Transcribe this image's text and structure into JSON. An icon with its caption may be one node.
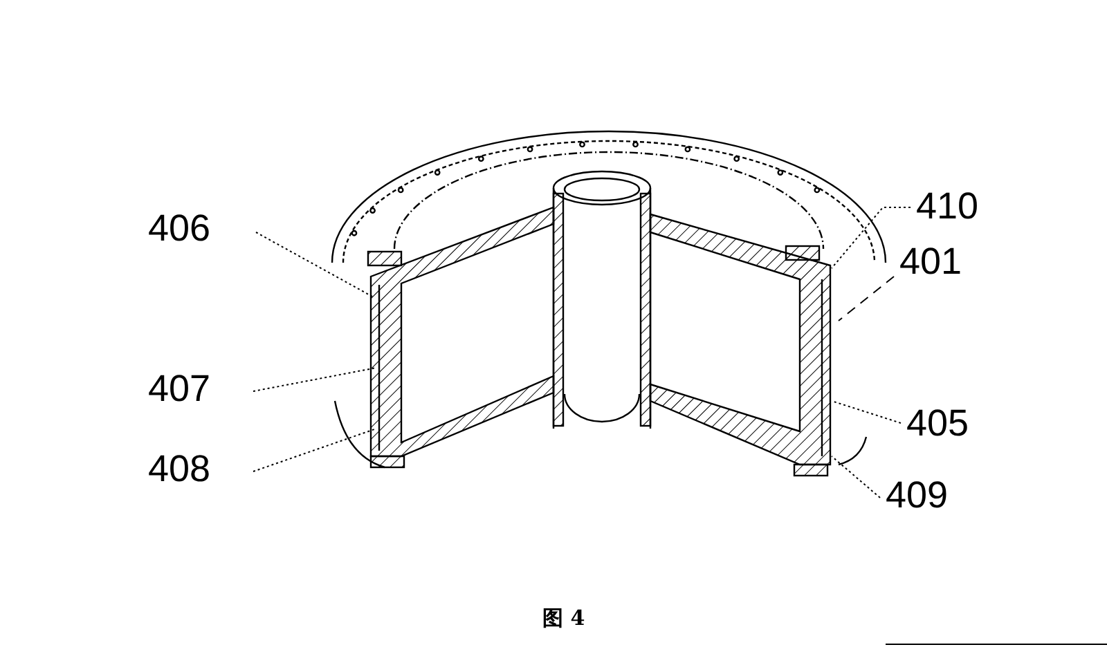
{
  "diagram": {
    "caption": "图 4",
    "nodes": [
      {
        "text": [
          "406"
        ]
      },
      {
        "text": [
          "407"
        ]
      },
      {
        "text": [
          "408"
        ]
      },
      {
        "text": [
          "410"
        ]
      },
      {
        "text": [
          "401"
        ]
      },
      {
        "text": [
          "405"
        ]
      },
      {
        "text": [
          "409"
        ]
      }
    ],
    "edges": [
      {
        "from": 0,
        "to": null,
        "arrow": "none"
      },
      {
        "from": 1,
        "to": null,
        "arrow": "none"
      },
      {
        "from": 2,
        "to": null,
        "arrow": "none"
      },
      {
        "from": 3,
        "to": null,
        "arrow": "none"
      },
      {
        "from": 4,
        "to": null,
        "arrow": "none",
        "style": "dashed"
      },
      {
        "from": 5,
        "to": null,
        "arrow": "none"
      },
      {
        "from": 6,
        "to": null,
        "arrow": "none"
      }
    ]
  }
}
